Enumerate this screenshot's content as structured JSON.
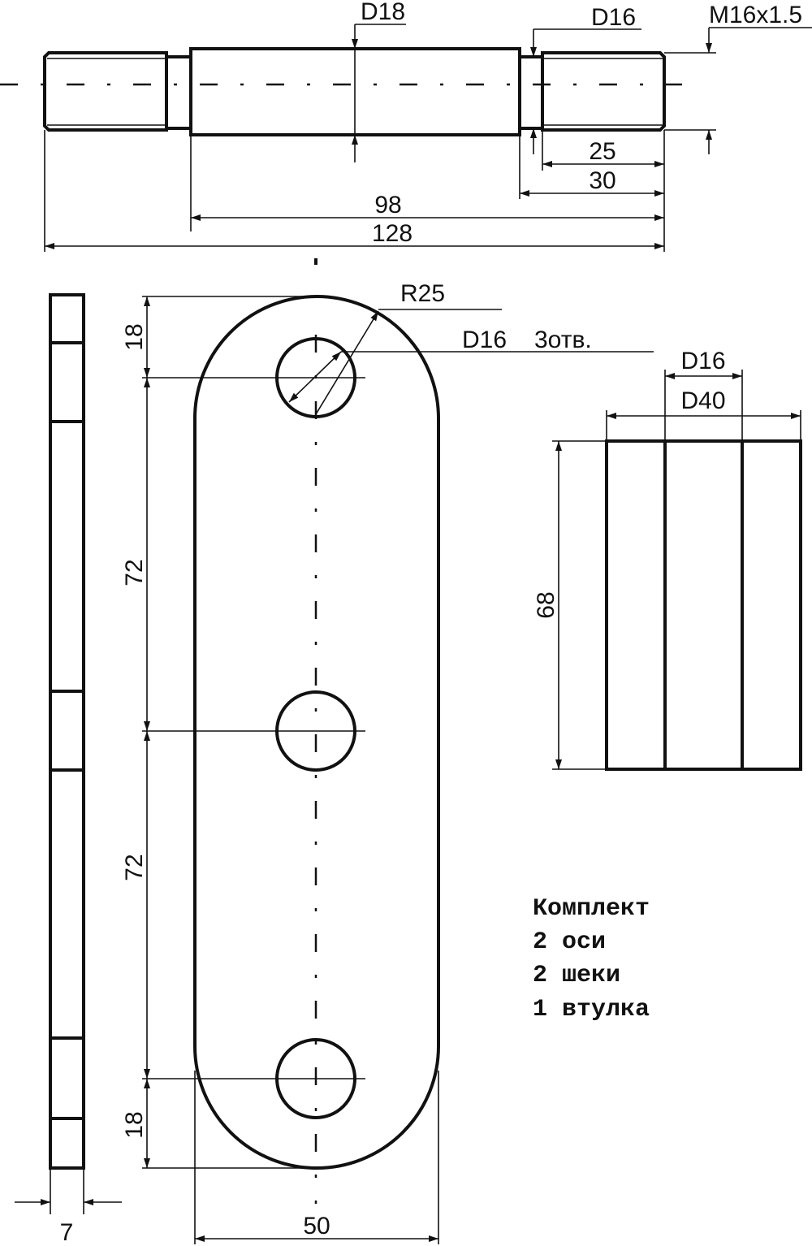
{
  "axle": {
    "dims": {
      "shaft_diameter": "D18",
      "neck_diameter": "D16",
      "thread": "M16x1.5",
      "thread_length": "25",
      "end_length": "30",
      "shoulder_length": "98",
      "total_length": "128"
    }
  },
  "plate_side": {
    "thickness": "7"
  },
  "plate": {
    "dims": {
      "top_offset": "18",
      "pitch_1": "72",
      "pitch_2": "72",
      "bottom_offset": "18",
      "width": "50",
      "radius": "R25",
      "hole_diameter": "D16",
      "hole_count": "3отв."
    }
  },
  "bushing": {
    "dims": {
      "inner_diameter": "D16",
      "outer_diameter": "D40",
      "length": "68"
    }
  },
  "kit": {
    "title": "Комплект",
    "items": [
      "2 оси",
      "2 шеки",
      "1 втулка"
    ]
  }
}
